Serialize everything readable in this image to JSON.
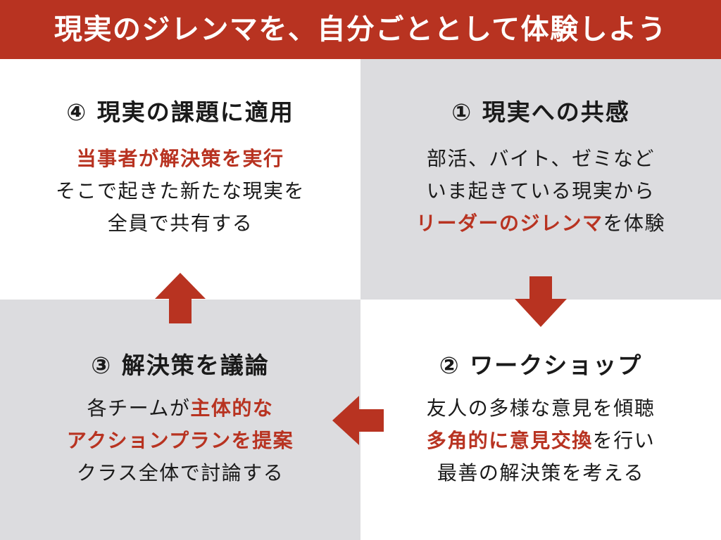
{
  "title": "現実のジレンマを、自分ごととして体験しよう",
  "colors": {
    "accent": "#B83321",
    "panel_grey": "#DCDCDF",
    "panel_white": "#FFFFFF",
    "text": "#1A1A1A",
    "title_text": "#FFFFFF"
  },
  "steps": {
    "step1": {
      "heading": "① 現実への共感",
      "lines": [
        [
          {
            "text": "部活、バイト、ゼミなど"
          }
        ],
        [
          {
            "text": "いま起きている現実から"
          }
        ],
        [
          {
            "text": "リーダーのジレンマ",
            "emphasis": true
          },
          {
            "text": "を体験"
          }
        ]
      ]
    },
    "step2": {
      "heading": "② ワークショップ",
      "lines": [
        [
          {
            "text": "友人の多様な意見を傾聴"
          }
        ],
        [
          {
            "text": "多角的に意見交換",
            "emphasis": true
          },
          {
            "text": "を行い"
          }
        ],
        [
          {
            "text": "最善の解決策を考える"
          }
        ]
      ]
    },
    "step3": {
      "heading": "③ 解決策を議論",
      "lines": [
        [
          {
            "text": "各チームが"
          },
          {
            "text": "主体的な",
            "emphasis": true
          }
        ],
        [
          {
            "text": "アクションプランを提案",
            "emphasis": true
          }
        ],
        [
          {
            "text": "クラス全体で討論する"
          }
        ]
      ]
    },
    "step4": {
      "heading": "④ 現実の課題に適用",
      "lines": [
        [
          {
            "text": "当事者が解決策を実行",
            "emphasis": true
          }
        ],
        [
          {
            "text": "そこで起きた新たな現実を"
          }
        ],
        [
          {
            "text": "全員で共有する"
          }
        ]
      ]
    }
  },
  "flow_arrows": {
    "step1_to_step2": "arrow-down-icon",
    "step2_to_step3": "arrow-left-icon",
    "step3_to_step4": "arrow-up-icon"
  }
}
